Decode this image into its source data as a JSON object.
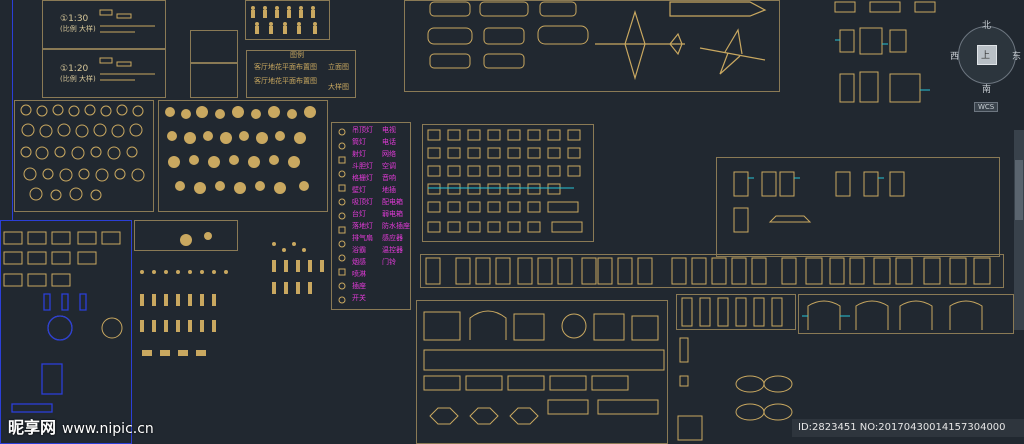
{
  "colors": {
    "background": "#212830",
    "line": "#c9a860",
    "magenta": "#e23ad8",
    "blue": "#2b3fd8",
    "cyan": "#27c3d6"
  },
  "scales": {
    "s1": "①1:30",
    "s1_sub": "(比例 大样)",
    "s2": "①1:20",
    "s2_sub": "(比例 大样)"
  },
  "legend_box": {
    "title": "图例",
    "rows": [
      "客厅地花平面布置图",
      "客厅地花平面布置图"
    ],
    "marks": [
      "立面图",
      "大样图"
    ]
  },
  "magenta_list": [
    "吊顶灯",
    "筒灯",
    "射灯",
    "斗胆灯",
    "格栅灯",
    "壁灯",
    "吸顶灯",
    "台灯",
    "落地灯",
    "排气扇",
    "浴霸",
    "烟感",
    "喷淋",
    "插座",
    "开关",
    "电视",
    "电话",
    "网络",
    "空调",
    "音响",
    "地插",
    "配电箱",
    "弱电箱",
    "防水插座",
    "感应器",
    "温控器",
    "门铃"
  ],
  "compass": {
    "n": "北",
    "s": "南",
    "w": "西",
    "e": "东",
    "center": "上",
    "wcs": "WCS"
  },
  "watermark": {
    "brand": "昵享网",
    "url": "www.nipic.cn"
  },
  "image_id": "ID:2823451 NO:20170430014157304000",
  "icons": [
    "compass-icon",
    "airplane-icon",
    "car-icon",
    "tree-icon",
    "chair-icon",
    "door-icon"
  ]
}
